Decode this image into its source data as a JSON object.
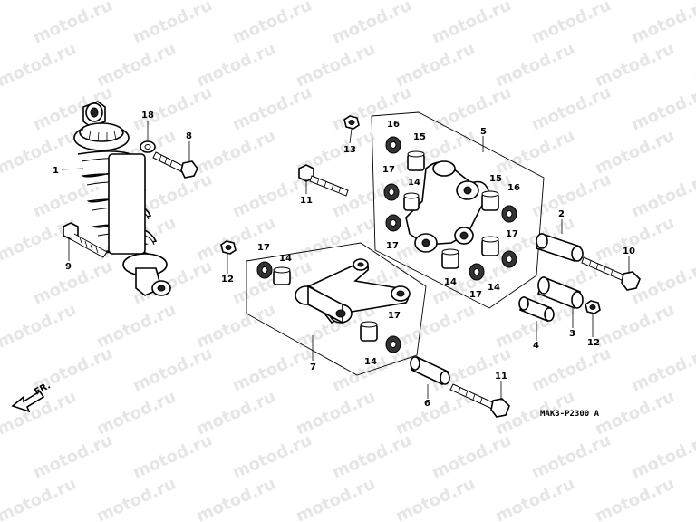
{
  "watermark": {
    "text": "motod.ru",
    "color": "#e6e6e6"
  },
  "diagram_code": "MAK3-P2300 A",
  "direction_marker": {
    "label": "FR.",
    "icon": "front-direction-arrow-icon"
  },
  "callouts": {
    "c1": "1",
    "c2": "2",
    "c3": "3",
    "c4": "4",
    "c5": "5",
    "c6": "6",
    "c7": "7",
    "c8": "8",
    "c9": "9",
    "c10": "10",
    "c11a": "11",
    "c11b": "11",
    "c12a": "12",
    "c12b": "12",
    "c13": "13",
    "c14a": "14",
    "c14b": "14",
    "c14c": "14",
    "c14d": "14",
    "c14e": "14",
    "c15a": "15",
    "c15b": "15",
    "c16a": "16",
    "c16b": "16",
    "c17a": "17",
    "c17b": "17",
    "c17c": "17",
    "c17d": "17",
    "c17e": "17",
    "c17f": "17",
    "c18": "18"
  }
}
